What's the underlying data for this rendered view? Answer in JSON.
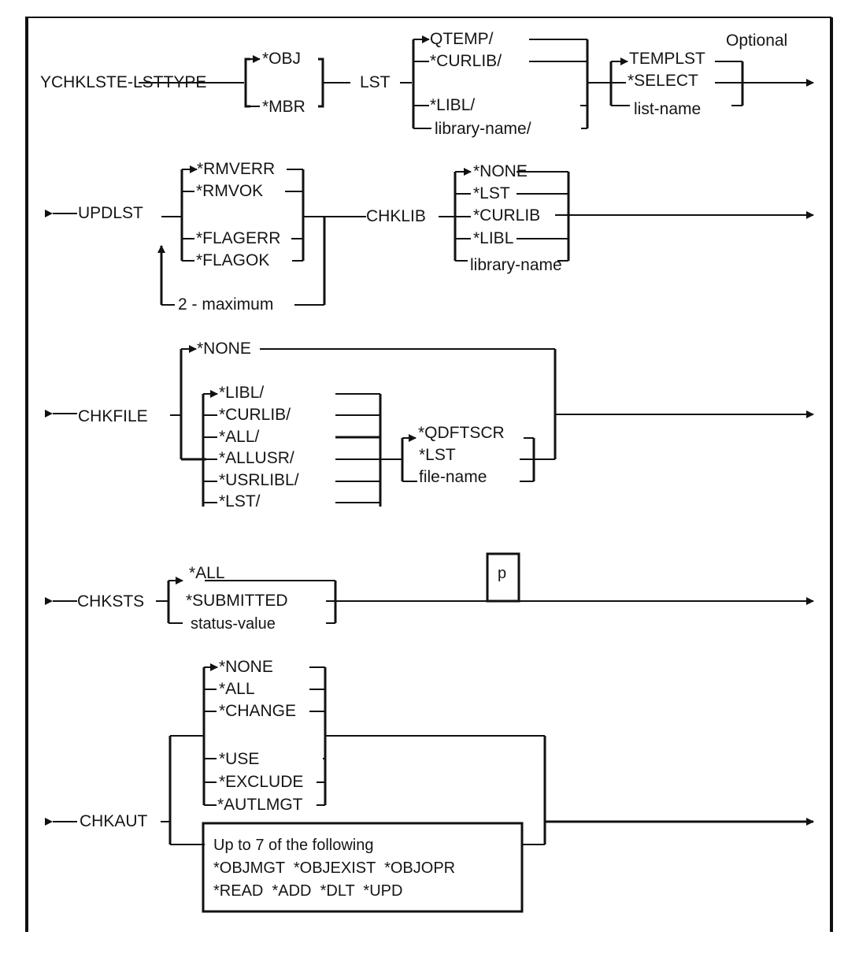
{
  "command": "YCHKLSTE",
  "optional_label": "Optional",
  "rows": {
    "lsttype": {
      "keyword": "LSTTYPE",
      "options": [
        "*OBJ",
        "*MBR"
      ],
      "default": "*OBJ"
    },
    "lst": {
      "keyword": "LST",
      "library_options": [
        "QTEMP/",
        "*CURLIB/",
        "*LIBL/",
        "library-name/"
      ],
      "library_default": "QTEMP/",
      "list_options": [
        "TEMPLST",
        "*SELECT",
        "list-name"
      ],
      "list_default": "TEMPLST"
    },
    "updlst": {
      "keyword": "UPDLST",
      "options": [
        "*RMVERR",
        "*RMVOK",
        "*FLAGERR",
        "*FLAGOK"
      ],
      "default": "*RMVERR",
      "repeat_label": "2 - maximum"
    },
    "chklib": {
      "keyword": "CHKLIB",
      "options": [
        "*NONE",
        "*LST",
        "*CURLIB",
        "*LIBL",
        "library-name"
      ],
      "default": "*NONE"
    },
    "chkfile": {
      "keyword": "CHKFILE",
      "none_option": "*NONE",
      "library_options": [
        "*LIBL/",
        "*CURLIB/",
        "*ALL/",
        "*ALLUSR/",
        "*USRLIBL/",
        "*LST/"
      ],
      "library_default": "*LIBL/",
      "file_options": [
        "*QDFTSCR",
        "*LST",
        "file-name"
      ],
      "file_default": "*QDFTSCR"
    },
    "chksts": {
      "keyword": "CHKSTS",
      "options": [
        "*ALL",
        "*SUBMITTED",
        "status-value"
      ],
      "default": "*ALL",
      "positional_marker": "p"
    },
    "chkaut": {
      "keyword": "CHKAUT",
      "options": [
        "*NONE",
        "*ALL",
        "*CHANGE",
        "*USE",
        "*EXCLUDE",
        "*AUTLMGT"
      ],
      "default": "*NONE",
      "box_lines": [
        "Up to 7 of the following",
        "*OBJMGT  *OBJEXIST  *OBJOPR",
        "*READ  *ADD  *DLT  *UPD"
      ]
    }
  }
}
